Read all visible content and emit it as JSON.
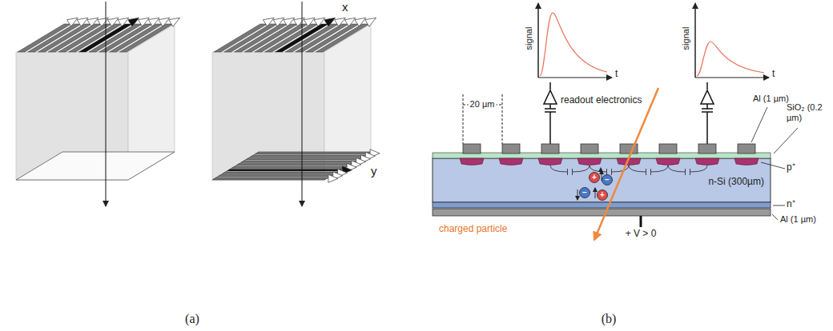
{
  "diagram": {
    "nodes": [
      {
        "text": [
          "n-Si (300µm)"
        ]
      }
    ],
    "labels": [
      "x",
      "y",
      "(a)",
      "signal",
      "t",
      "signal",
      "t",
      "20 µm",
      "readout electronics",
      "Al (1 µm)",
      "SiO₂ (0.2 µm)",
      "p⁺",
      "+",
      "−",
      "+",
      "−",
      "n⁺",
      "Al (1 µm)",
      "charged particle",
      "+ V > 0",
      "(b)"
    ]
  }
}
